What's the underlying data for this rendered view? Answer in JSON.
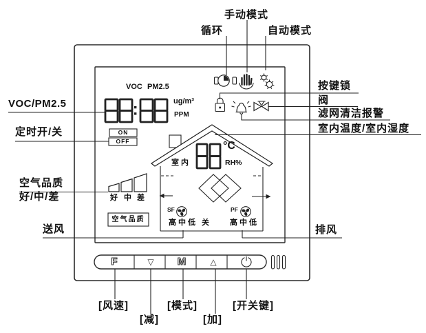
{
  "labels": {
    "top": {
      "cycle": "循环",
      "manual_mode": "手动模式",
      "auto_mode": "自动模式"
    },
    "right": {
      "key_lock": "按键锁",
      "valve": "阀",
      "filter_clean_alarm": "滤网清洁报警",
      "indoor_temp_humidity": "室内温度/室内湿度",
      "exhaust_air": "排风"
    },
    "left": {
      "voc_pm25": "VOC/PM2.5",
      "timer_on_off": "定时开/关",
      "air_quality": "空气品质",
      "air_quality_levels": "好/中/差",
      "supply_air": "送风"
    },
    "bottom": {
      "fan_speed": "[风速]",
      "decrease": "[减]",
      "mode": "[模式]",
      "increase": "[加]",
      "power_key": "[开关键]"
    }
  },
  "screen": {
    "voc": "VOC",
    "pm25": "PM2.5",
    "voc_value": "88:88",
    "unit_ugm3": "ug/m³",
    "unit_ppm": "PPM",
    "timer_on": "ON",
    "timer_off": "OFF",
    "indoor": "室内",
    "indoor_value": "88",
    "unit_celsius": "°C",
    "unit_rh": "RH%",
    "aq_good": "好",
    "aq_mid": "中",
    "aq_bad": "差",
    "aq_box": "空气品质",
    "supply_fan": "SF",
    "exhaust_fan": "PF",
    "fan_levels_left": "高中低",
    "fan_off": "关",
    "fan_levels_right": "高中低"
  },
  "buttons": {
    "fan": "F",
    "down": "▽",
    "mode": "M",
    "up": "△"
  },
  "colors": {
    "line": "#222222",
    "background": "#ffffff"
  }
}
